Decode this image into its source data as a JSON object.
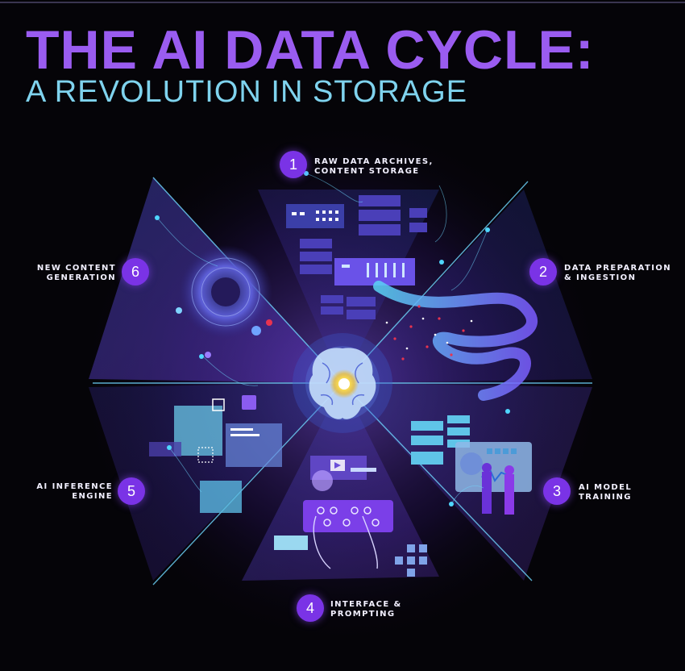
{
  "header": {
    "title": "THE AI DATA CYCLE:",
    "subtitle": "A REVOLUTION IN STORAGE"
  },
  "colors": {
    "background": "#050408",
    "title": "#9a5cf0",
    "subtitle": "#7fd3ee",
    "step_badge": "#7a33e6",
    "accent_cyan": "#4fd6ff",
    "accent_red": "#e8334f"
  },
  "steps": [
    {
      "number": "1",
      "line1": "RAW DATA ARCHIVES,",
      "line2": "CONTENT STORAGE"
    },
    {
      "number": "2",
      "line1": "DATA PREPARATION",
      "line2": "& INGESTION"
    },
    {
      "number": "3",
      "line1": "AI MODEL",
      "line2": "TRAINING"
    },
    {
      "number": "4",
      "line1": "INTERFACE &",
      "line2": "PROMPTING"
    },
    {
      "number": "5",
      "line1": "AI INFERENCE",
      "line2": "ENGINE"
    },
    {
      "number": "6",
      "line1": "NEW CONTENT",
      "line2": "GENERATION"
    }
  ],
  "icons": {
    "center": "brain-icon",
    "storage": "server-rack-icon",
    "pipeline": "data-ribbon-icon",
    "training": "people-chart-icon",
    "prompting": "hands-keyboard-icon",
    "inference": "screen-panels-icon",
    "generation": "vortex-icon"
  }
}
